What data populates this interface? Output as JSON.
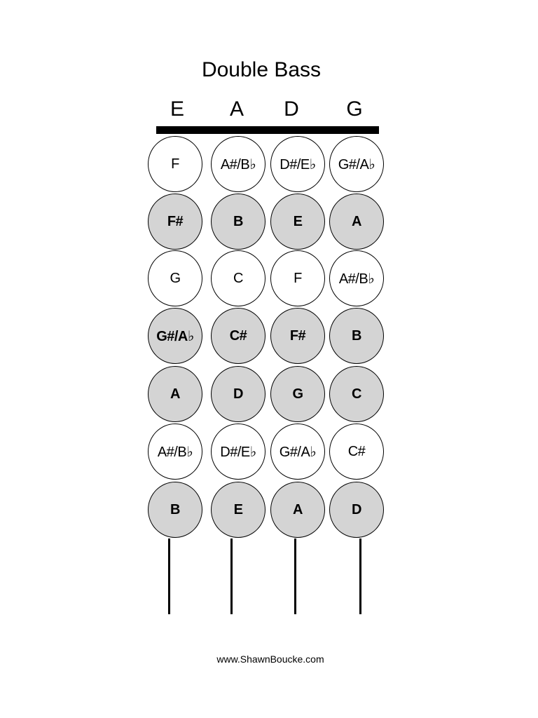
{
  "title": "Double Bass",
  "strings": [
    "E",
    "A",
    "D",
    "G"
  ],
  "rows": [
    {
      "shade": "open",
      "notes": [
        "F",
        "A#/B♭",
        "D#/E♭",
        "G#/A♭"
      ]
    },
    {
      "shade": "fill",
      "notes": [
        "F#",
        "B",
        "E",
        "A"
      ]
    },
    {
      "shade": "open",
      "notes": [
        "G",
        "C",
        "F",
        "A#/B♭"
      ]
    },
    {
      "shade": "fill",
      "notes": [
        "G#/A♭",
        "C#",
        "F#",
        "B"
      ]
    },
    {
      "shade": "fill",
      "notes": [
        "A",
        "D",
        "G",
        "C"
      ]
    },
    {
      "shade": "open",
      "notes": [
        "A#/B♭",
        "D#/E♭",
        "G#/A♭",
        "C#"
      ]
    },
    {
      "shade": "fill",
      "notes": [
        "B",
        "E",
        "A",
        "D"
      ]
    }
  ],
  "colors": {
    "fill": "#d4d4d4",
    "open": "#ffffff",
    "line": "#000000"
  },
  "footer": "www.ShawnBoucke.com"
}
